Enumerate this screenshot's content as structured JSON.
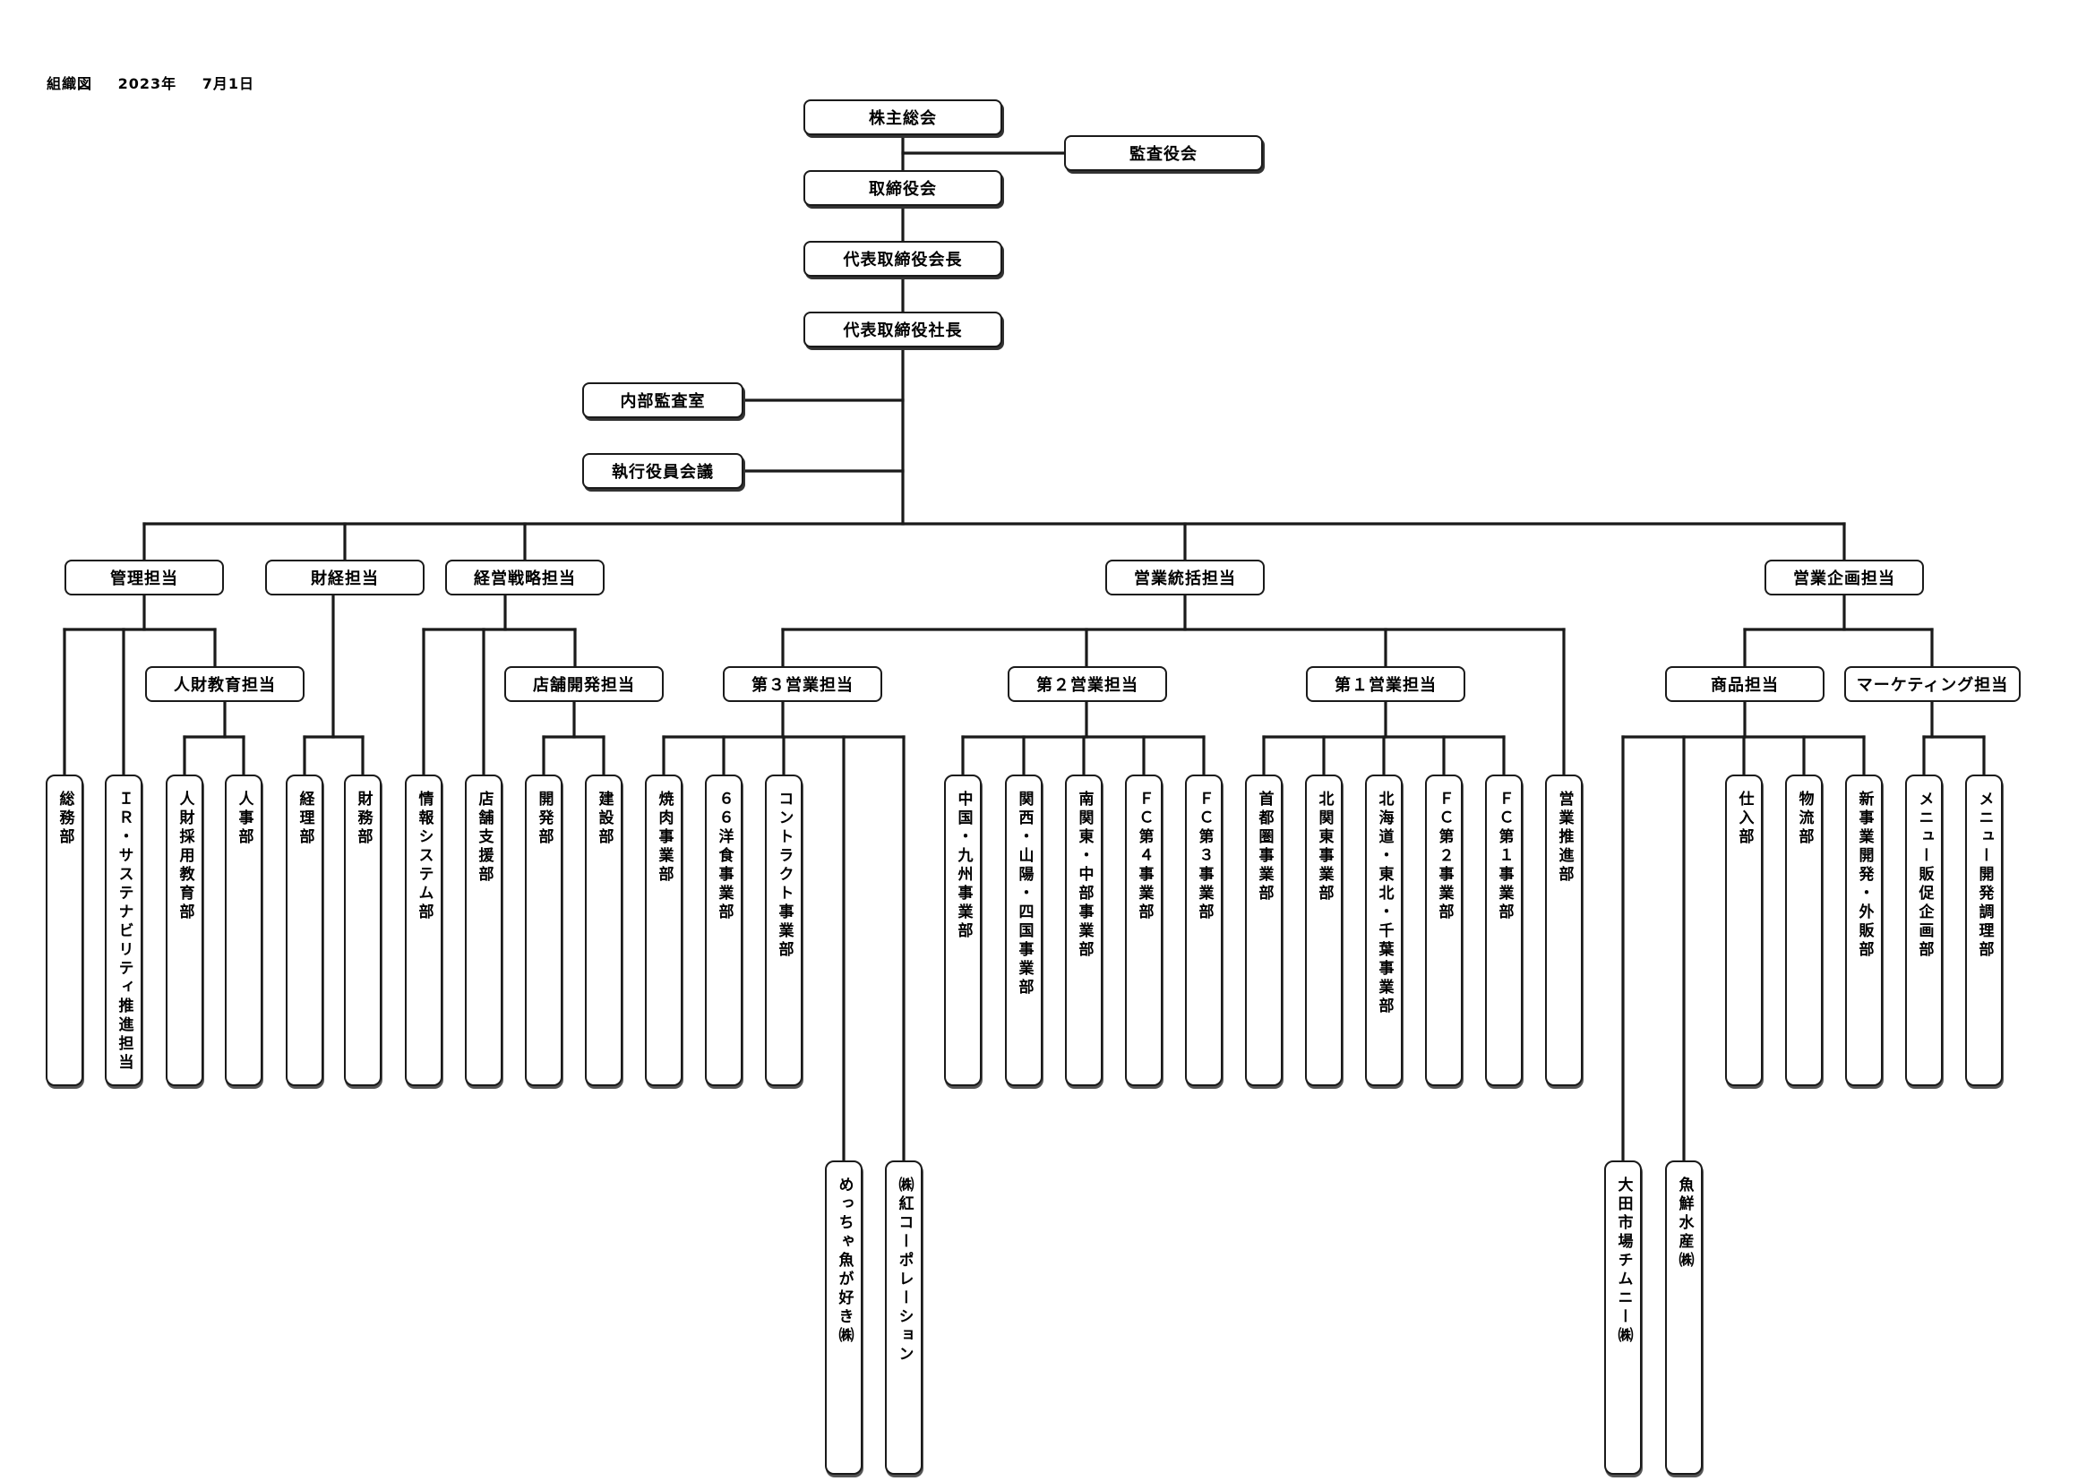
{
  "title": {
    "label": "組織図",
    "year": "2023年",
    "date": "7月1日"
  },
  "nodes": {
    "shareholders": "株主総会",
    "auditors": "監査役会",
    "board": "取締役会",
    "chairman": "代表取締役会長",
    "president": "代表取締役社長",
    "internal_audit": "内部監査室",
    "exec_council": "執行役員会議",
    "kanri": "管理担当",
    "zaikei": "財経担当",
    "keiei": "経営戦略担当",
    "eigyo_tokatsu": "営業統括担当",
    "eigyo_kikaku": "営業企画担当",
    "jinzai_kyoiku": "人財教育担当",
    "tenpo_kaihatsu": "店舗開発担当",
    "eigyo3": "第３営業担当",
    "eigyo2": "第２営業担当",
    "eigyo1": "第１営業担当",
    "shohin": "商品担当",
    "marketing": "マーケティング担当",
    "somu": "総務部",
    "ir": "ＩＲ・サステナビリティ推進担当",
    "jinzai_saiyo": "人財採用教育部",
    "jinji": "人事部",
    "keiri": "経理部",
    "zaimu": "財務部",
    "joho": "情報システム部",
    "tenpo_shien": "店舗支援部",
    "kaihatsu": "開発部",
    "kensetsu": "建設部",
    "yakiniku": "焼肉事業部",
    "yoshoku66": "６６洋食事業部",
    "contract": "コントラクト事業部",
    "meccha": "めっちゃ魚が好き㈱",
    "hanabeni": "㈱紅コーポレーション",
    "chugoku": "中国・九州事業部",
    "kansai": "関西・山陽・四国事業部",
    "minami_kanto": "南関東・中部事業部",
    "fc4": "ＦＣ第４事業部",
    "fc3": "ＦＣ第３事業部",
    "shutoken": "首都圏事業部",
    "kita_kanto": "北関東事業部",
    "hokkaido": "北海道・東北・千葉事業部",
    "fc2": "ＦＣ第２事業部",
    "fc1": "ＦＣ第１事業部",
    "eigyo_suishin": "営業推進部",
    "ota": "大田市場チムニー㈱",
    "gyosen": "魚鮮水産㈱",
    "shiire": "仕入部",
    "butsuryu": "物流部",
    "shinjigyo": "新事業開発・外販部",
    "menu_hansoku": "メニュー販促企画部",
    "menu_kaihatsu": "メニュー開発調理部"
  },
  "style": {
    "line_color": "#1a1a1a"
  }
}
